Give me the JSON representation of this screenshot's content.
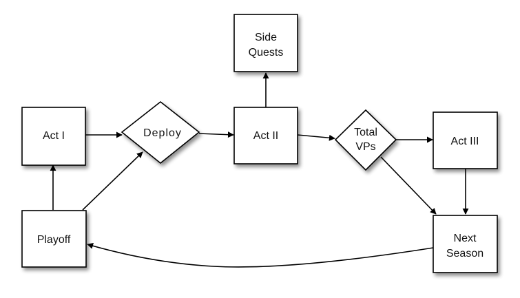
{
  "nodes": {
    "act1": {
      "label": "Act I"
    },
    "deploy": {
      "label": "Deploy"
    },
    "act2": {
      "label": "Act II"
    },
    "side_quests": {
      "line1": "Side",
      "line2": "Quests"
    },
    "total_vps": {
      "line1": "Total",
      "line2": "VPs"
    },
    "act3": {
      "label": "Act III"
    },
    "playoff": {
      "label": "Playoff"
    },
    "next_season": {
      "line1": "Next",
      "line2": "Season"
    }
  },
  "edges": [
    {
      "from": "act1",
      "to": "deploy"
    },
    {
      "from": "deploy",
      "to": "act2"
    },
    {
      "from": "act2",
      "to": "side_quests"
    },
    {
      "from": "act2",
      "to": "total_vps"
    },
    {
      "from": "total_vps",
      "to": "act3"
    },
    {
      "from": "total_vps",
      "to": "next_season"
    },
    {
      "from": "act3",
      "to": "next_season"
    },
    {
      "from": "next_season",
      "to": "playoff"
    },
    {
      "from": "playoff",
      "to": "act1"
    },
    {
      "from": "playoff",
      "to": "deploy"
    }
  ]
}
